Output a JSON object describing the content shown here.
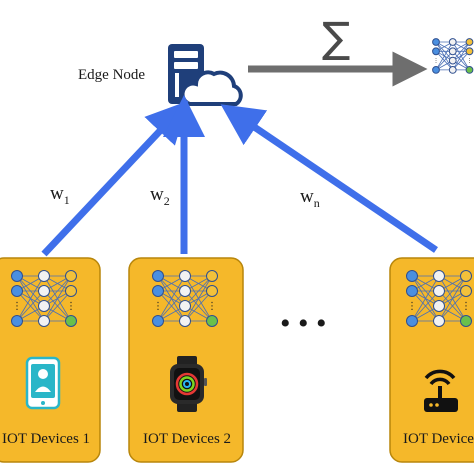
{
  "edge_node": {
    "label": "Edge Node",
    "icon": "server-cloud-icon"
  },
  "aggregation": {
    "symbol": "∑",
    "icon": "global-model-network-icon"
  },
  "weights": [
    {
      "base": "w",
      "sub": "1"
    },
    {
      "base": "w",
      "sub": "2"
    },
    {
      "base": "w",
      "sub": "n"
    }
  ],
  "devices": [
    {
      "label": "IOT Devices 1",
      "icon": "smartphone-icon"
    },
    {
      "label": "IOT Devices 2",
      "icon": "smartwatch-icon"
    },
    {
      "label": "IOT Devices n",
      "icon": "wifi-router-icon"
    }
  ],
  "ellipsis": "• • •",
  "colors": {
    "card_fill": "#F5B82A",
    "card_stroke": "#B8860B",
    "arrow_blue": "#3F6FEA",
    "arrow_gray": "#6E6E6E",
    "node_blue": "#4A8FE0",
    "node_white": "#F2F2F2",
    "node_green": "#6BC04B",
    "node_yellow": "#F3C13A",
    "server_navy": "#1F3F7A"
  }
}
